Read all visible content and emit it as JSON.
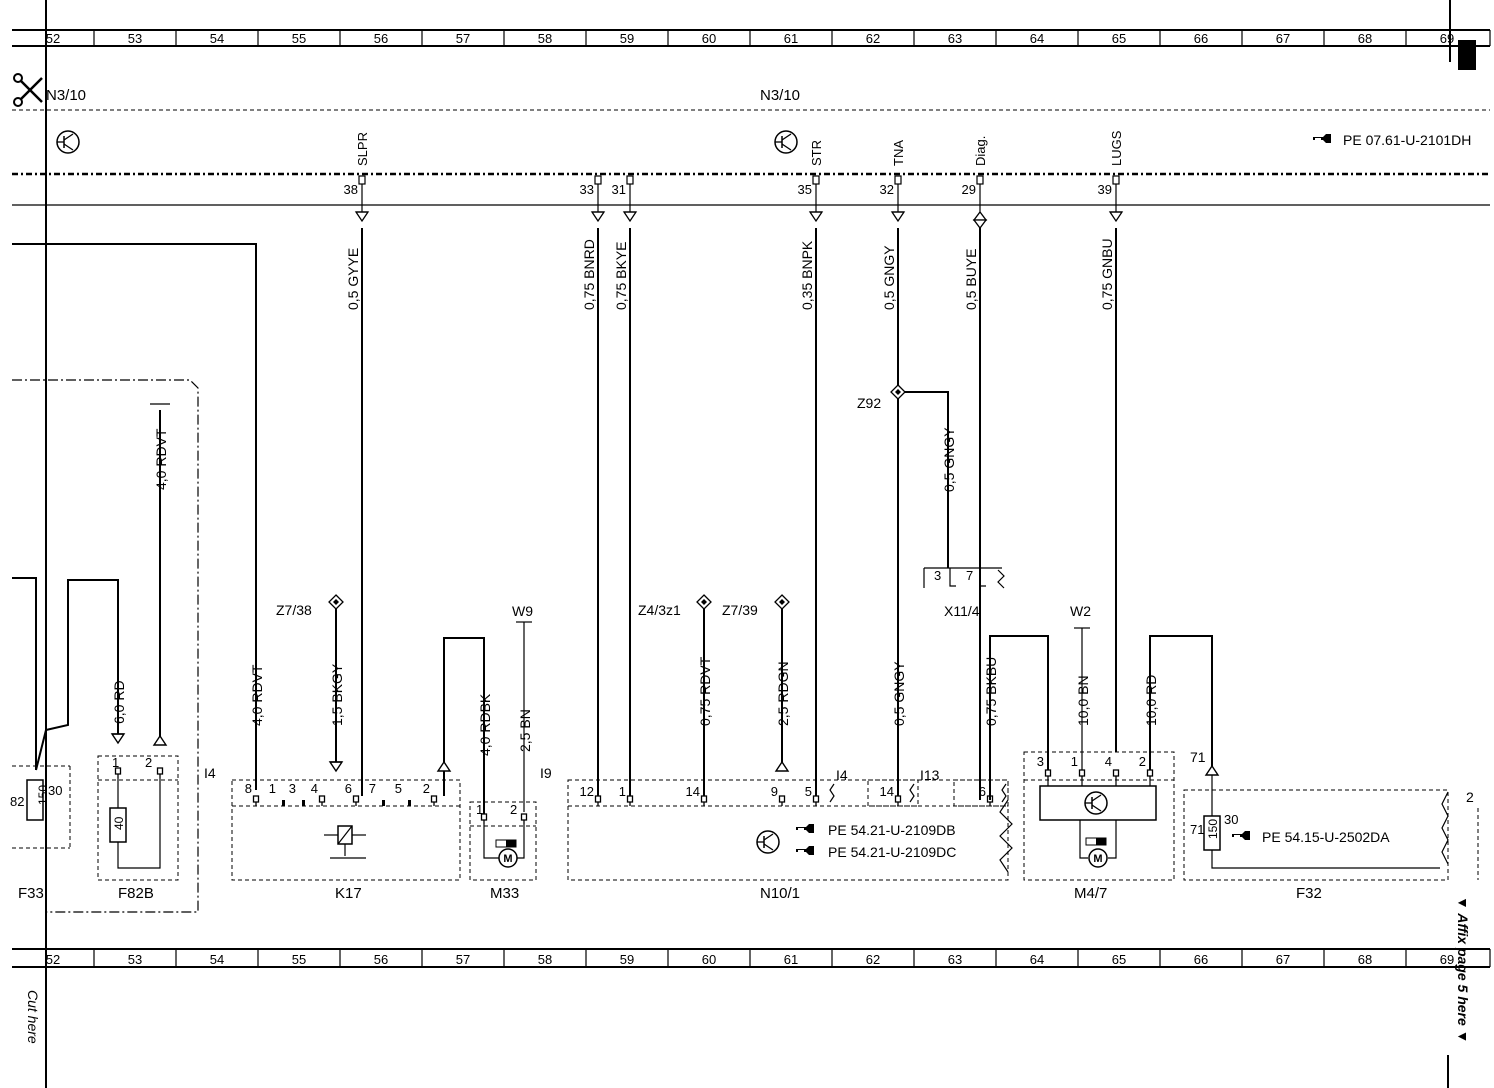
{
  "grid_numbers": [
    "52",
    "53",
    "54",
    "55",
    "56",
    "57",
    "58",
    "59",
    "60",
    "61",
    "62",
    "63",
    "64",
    "65",
    "66",
    "67",
    "68",
    "69"
  ],
  "top_labels": {
    "left_module": "N3/10",
    "center_module": "N3/10",
    "reference_top": "PE 07.61-U-2101DH"
  },
  "signals": [
    {
      "name": "SLPR",
      "pin": "38",
      "wire": "0,5 GYYE"
    },
    {
      "name": "",
      "pin": "33",
      "wire": "0,75 BNRD"
    },
    {
      "name": "",
      "pin": "31",
      "wire": "0,75 BKYE"
    },
    {
      "name": "STR",
      "pin": "35",
      "wire": "0,35 BNPK"
    },
    {
      "name": "TNA",
      "pin": "32",
      "wire": "0,5 GNGY"
    },
    {
      "name": "Diag.",
      "pin": "29",
      "wire": "0,5 BUYE"
    },
    {
      "name": "LUGS",
      "pin": "39",
      "wire": "0,75 GNBU"
    }
  ],
  "splices": {
    "z92": "Z92",
    "z92_branch_wire": "0,5 GNGY",
    "z7_38": "Z7/38",
    "z4_3z1": "Z4/3z1",
    "z7_39": "Z7/39"
  },
  "connector_x11": {
    "label": "X11/4",
    "pin_a": "3",
    "pin_b": "7"
  },
  "grounds": {
    "w9": "W9",
    "w2": "W2"
  },
  "lower_wires": {
    "f82b_in": "6,0 RD",
    "f82b_out": "4,0 RDVT",
    "k17_pin8": "4,0 RDVT",
    "k17_pin4": "1,5 BKGY",
    "m33_pin1": "4,0 RDBK",
    "m33_pin2": "2,5 BN",
    "n10_pin14": "0,75 RDVT",
    "n10_pin9": "2,5 RDGN",
    "n10_i13_pin14": "0,5 GNGY",
    "n10_i13_pin6": "0,75 BKBU",
    "m47_pin1": "10,0 BN",
    "m47_pin2": "10,0 RD"
  },
  "components": {
    "f33": {
      "label": "F33",
      "pin_left": "82",
      "fuse": "150",
      "pin_right": "30"
    },
    "f82b": {
      "label": "F82B",
      "pin1": "1",
      "pin2": "2",
      "fuse": "40",
      "code": "I4"
    },
    "k17": {
      "label": "K17",
      "pins": [
        "8",
        "1",
        "3",
        "4",
        "6",
        "7",
        "5",
        "2"
      ]
    },
    "m33": {
      "label": "M33",
      "pin1": "1",
      "pin2": "2",
      "code": "I9"
    },
    "n10_1": {
      "label": "N10/1",
      "pins": [
        "12",
        "1",
        "14",
        "9",
        "5"
      ],
      "code": "I4",
      "i13_pin": "14",
      "i13": "I13",
      "pin6": "6",
      "ref_a": "PE 54.21-U-2109DB",
      "ref_b": "PE 54.21-U-2109DC"
    },
    "m4_7": {
      "label": "M4/7",
      "pins": [
        "3",
        "1",
        "4",
        "2"
      ]
    },
    "f32": {
      "label": "F32",
      "pin_in": "71",
      "fuse": "150",
      "pin_30": "30",
      "pin_71": "71",
      "ref": "PE 54.15-U-2502DA",
      "right_pin": "2"
    }
  },
  "margin_notes": {
    "cut_here": "Cut here",
    "affix": "▼ Affix page 5 here ▼"
  }
}
